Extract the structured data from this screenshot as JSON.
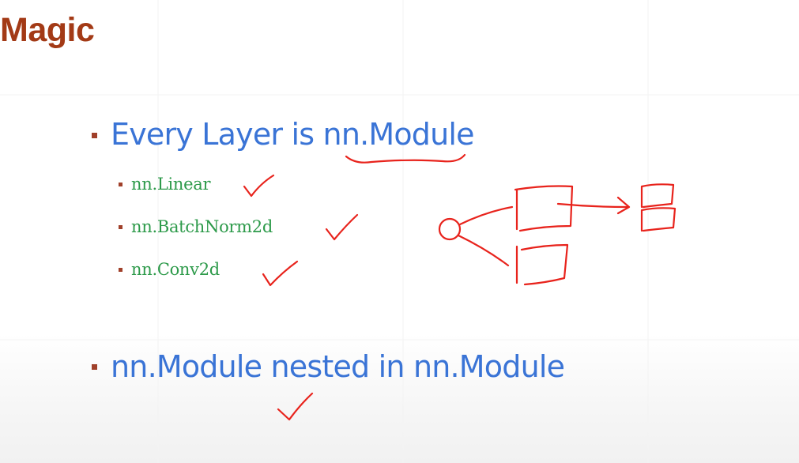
{
  "slide": {
    "title": "Magic",
    "bullets": [
      {
        "text": "Every Layer is nn.Module",
        "sub_items": [
          {
            "text": "nn.Linear",
            "checked": true
          },
          {
            "text": "nn.BatchNorm2d",
            "checked": true
          },
          {
            "text": "nn.Conv2d",
            "checked": true
          }
        ]
      },
      {
        "text": "nn.Module nested in nn.Module",
        "checked": true
      }
    ]
  },
  "colors": {
    "title": "#a33a16",
    "bullet_text": "#3a74d6",
    "sub_text": "#2d9a4a",
    "bullet_marker": "#a0402a",
    "annotation_ink": "#e8231c"
  },
  "annotations": {
    "ink": "red-pen",
    "marks": [
      "underline-nn-module",
      "check-linear",
      "check-batchnorm",
      "check-conv",
      "check-nested",
      "nested-module-tree-sketch"
    ]
  }
}
